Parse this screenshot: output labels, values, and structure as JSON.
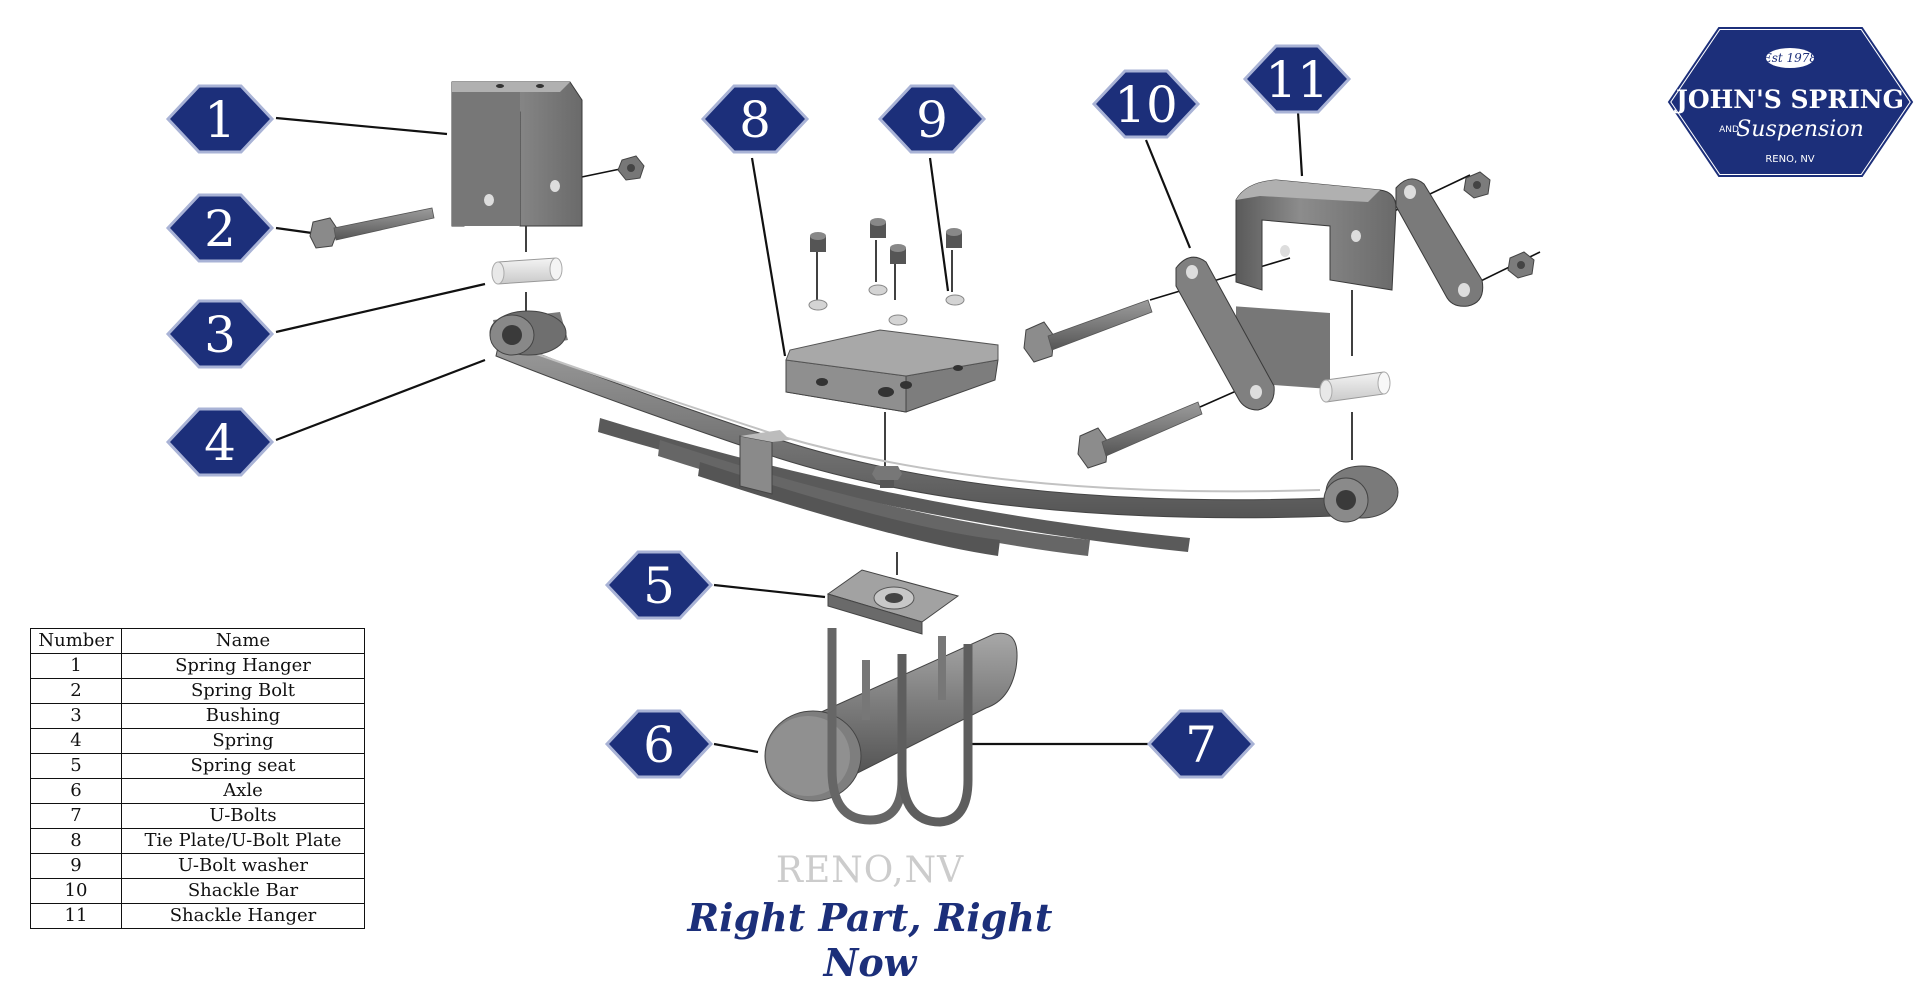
{
  "callouts": [
    {
      "number": "1"
    },
    {
      "number": "2"
    },
    {
      "number": "3"
    },
    {
      "number": "4"
    },
    {
      "number": "5"
    },
    {
      "number": "6"
    },
    {
      "number": "7"
    },
    {
      "number": "8"
    },
    {
      "number": "9"
    },
    {
      "number": "10"
    },
    {
      "number": "11"
    }
  ],
  "logo": {
    "established": "Est 1978",
    "name_line1": "JOHN'S SPRING",
    "name_and": "AND",
    "name_line2": "Suspension",
    "location": "RENO, NV"
  },
  "table": {
    "header_number": "Number",
    "header_name": "Name",
    "rows": [
      {
        "number": "1",
        "name": "Spring Hanger"
      },
      {
        "number": "2",
        "name": "Spring Bolt"
      },
      {
        "number": "3",
        "name": "Bushing"
      },
      {
        "number": "4",
        "name": "Spring"
      },
      {
        "number": "5",
        "name": "Spring seat"
      },
      {
        "number": "6",
        "name": "Axle"
      },
      {
        "number": "7",
        "name": "U-Bolts"
      },
      {
        "number": "8",
        "name": "Tie Plate/U-Bolt Plate"
      },
      {
        "number": "9",
        "name": "U-Bolt washer"
      },
      {
        "number": "10",
        "name": "Shackle Bar"
      },
      {
        "number": "11",
        "name": "Shackle Hanger"
      }
    ]
  },
  "footer": {
    "location": "RENO,NV",
    "tagline": "Right Part, Right Now"
  },
  "colors": {
    "badge": "#1c2f7a",
    "badge_border": "#a9b3d6",
    "metal": "#6e6e6e",
    "metal_light": "#9a9a9a",
    "metal_dark": "#4a4a4a",
    "bushing": "#e6e6e6"
  }
}
